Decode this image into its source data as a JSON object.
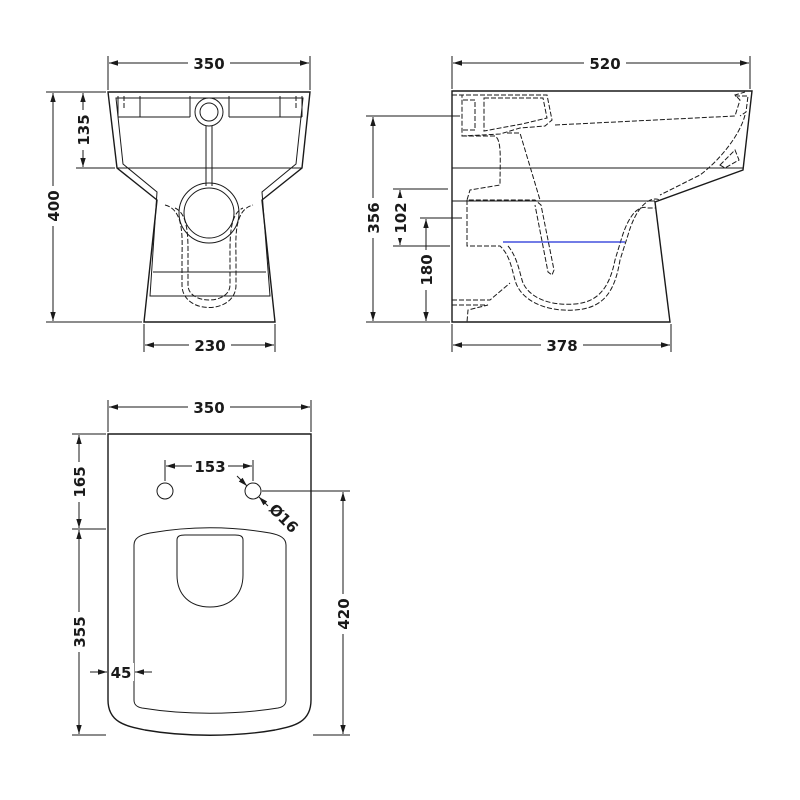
{
  "front_view": {
    "width_top": "350",
    "height": "400",
    "cistern_depth": "135",
    "base_width": "230"
  },
  "side_view": {
    "length": "520",
    "outlet_height": "356",
    "outlet_diameter": "102",
    "outlet_centre_height": "180",
    "base_length": "378"
  },
  "plan_view": {
    "width": "350",
    "hole_to_seat": "165",
    "seat_length": "355",
    "hole_spacing": "153",
    "hole_diameter": "Ø16",
    "hole_to_front": "420",
    "seat_inset": "45"
  },
  "colors": {
    "line": "#1a1a1a",
    "water_level": "#1f2fd6"
  }
}
